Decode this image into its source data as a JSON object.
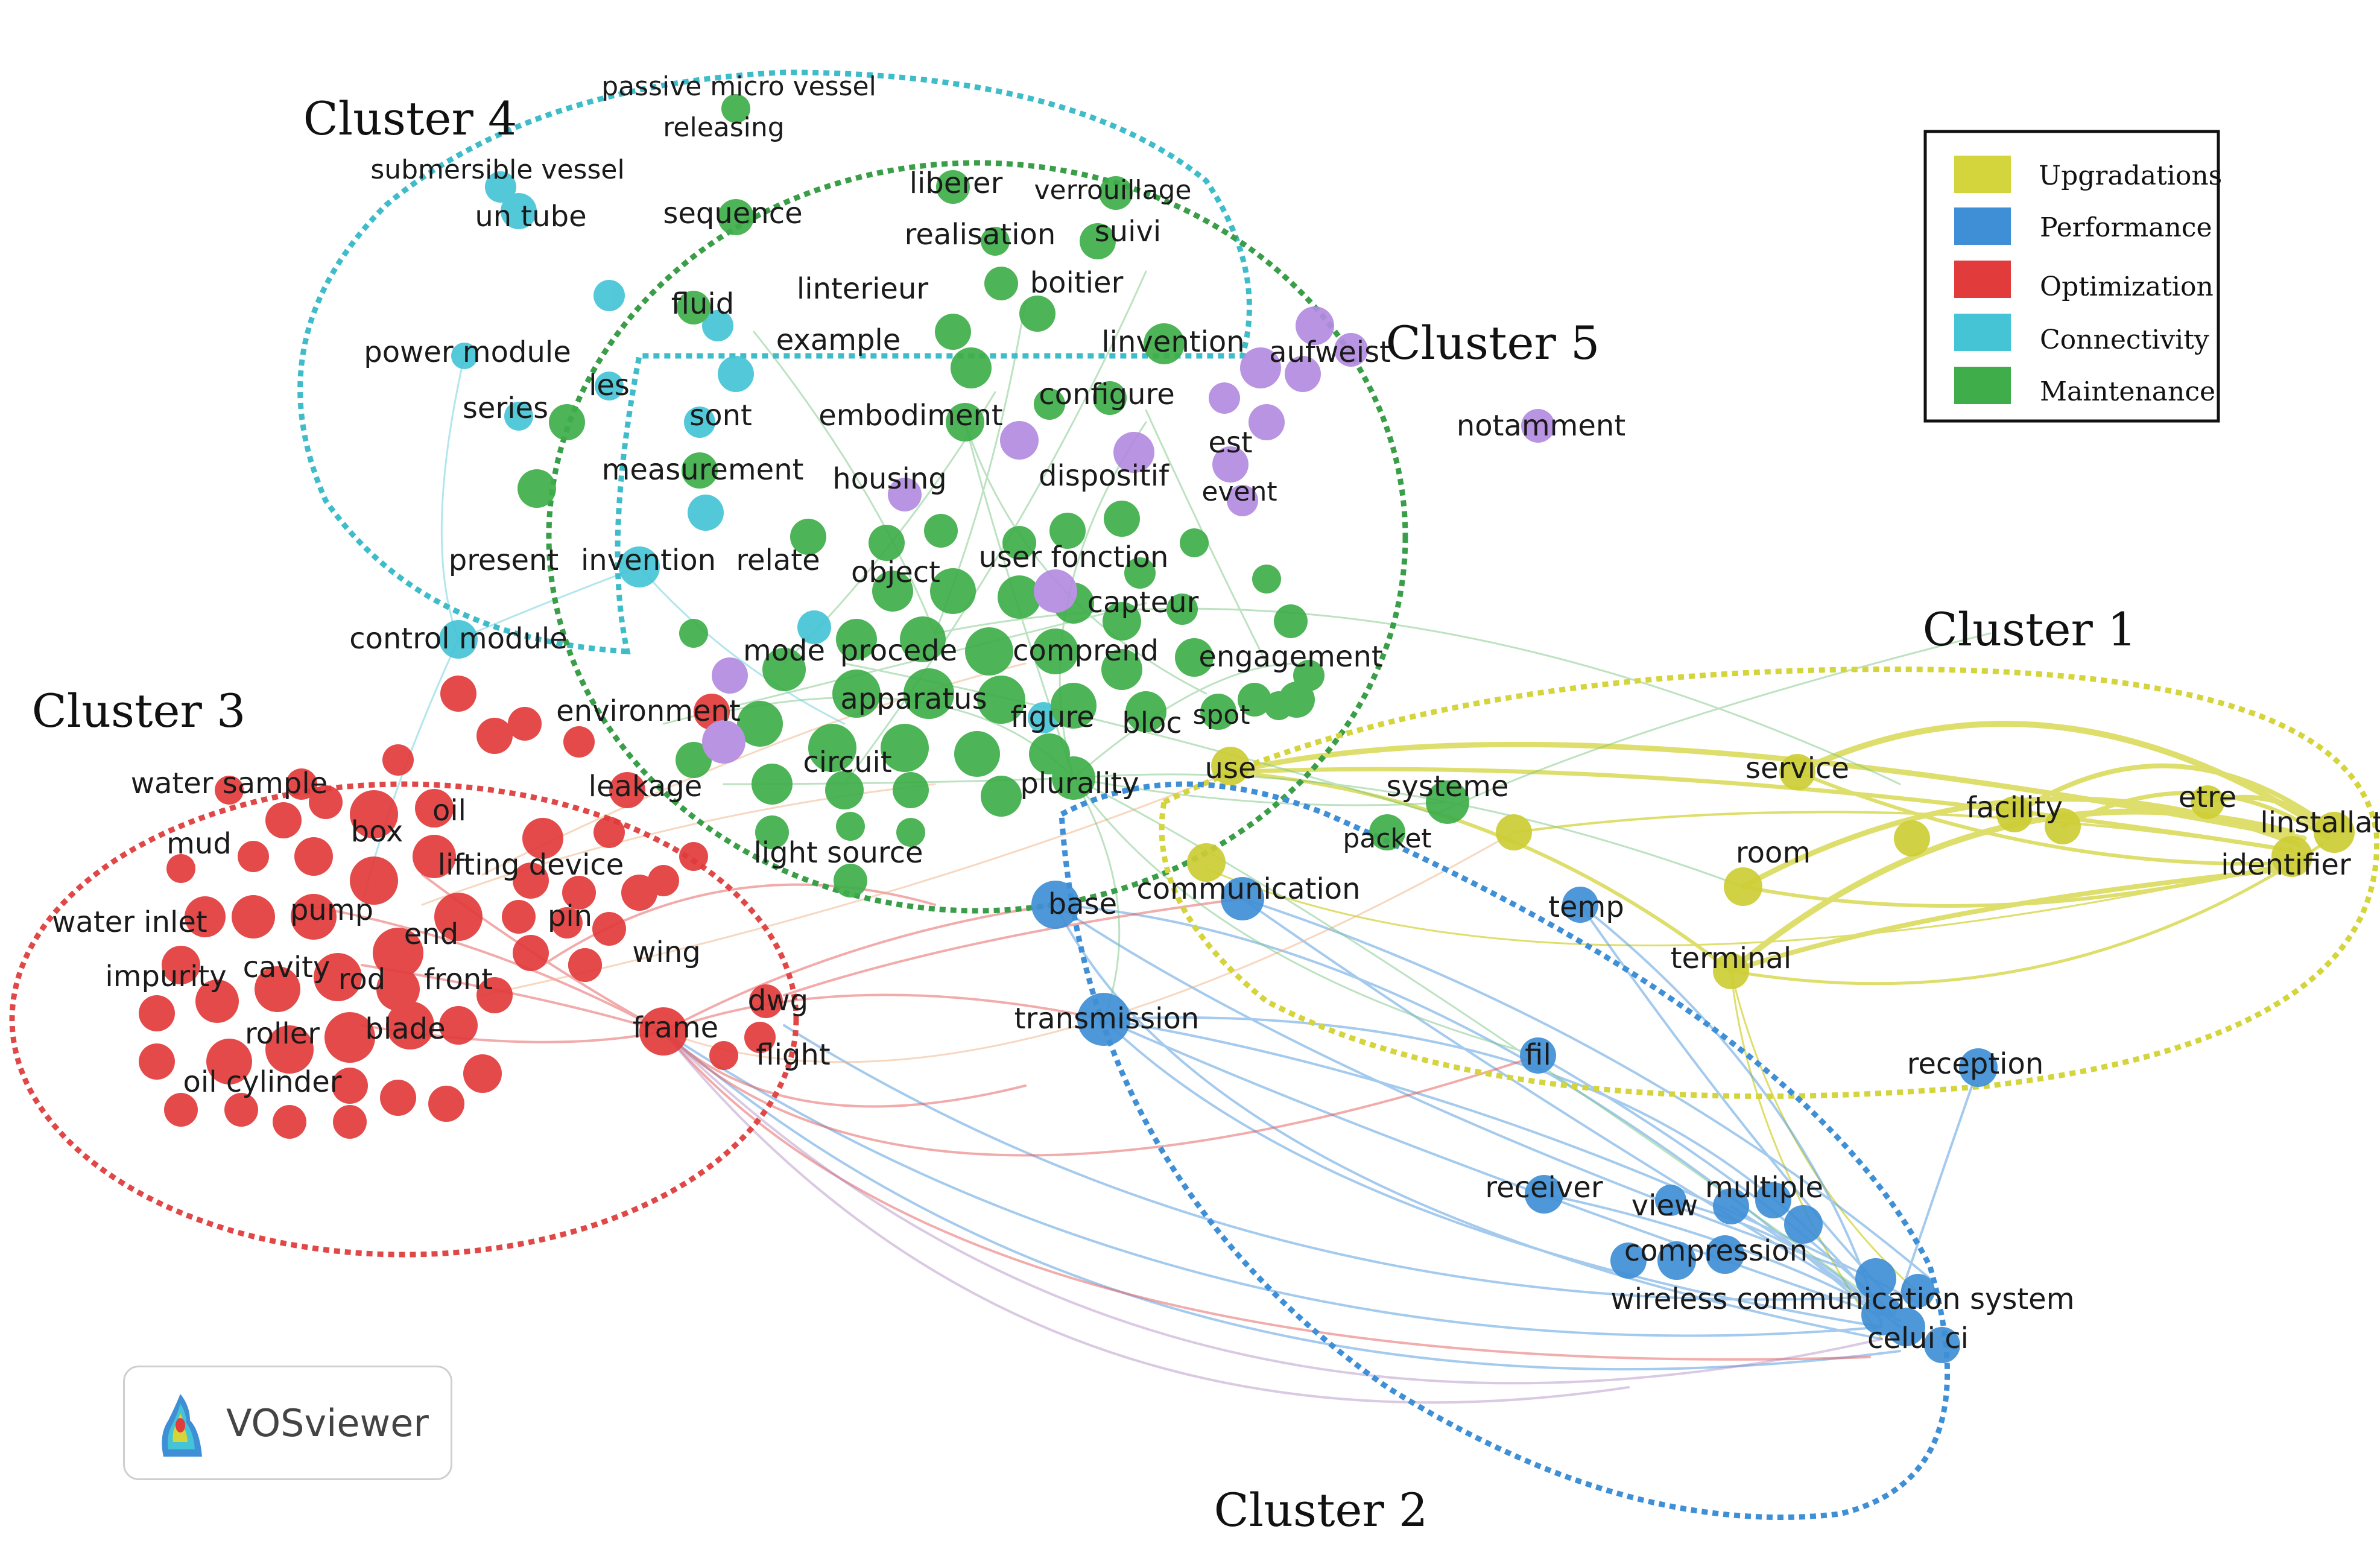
{
  "colors": {
    "upgradations": "#d4d43c",
    "performance": "#3f8fd6",
    "optimization": "#e23b3b",
    "connectivity": "#45c4d6",
    "maintenance": "#3fae4a",
    "other": "#b38be0"
  },
  "legend": {
    "items": [
      {
        "label": "Upgradations",
        "color": "#d4d43c"
      },
      {
        "label": "Performance",
        "color": "#3f8fd6"
      },
      {
        "label": "Optimization",
        "color": "#e23b3b"
      },
      {
        "label": "Connectivity",
        "color": "#45c4d6"
      },
      {
        "label": "Maintenance",
        "color": "#3fae4a"
      }
    ]
  },
  "clusters": {
    "c1": "Cluster 1",
    "c2": "Cluster 2",
    "c3": "Cluster 3",
    "c4": "Cluster 4",
    "c5": "Cluster 5"
  },
  "labels": {
    "yellow": [
      "service",
      "facility",
      "etre",
      "linstallat",
      "room",
      "identifier",
      "terminal",
      "use"
    ],
    "blue": [
      "base",
      "communication",
      "temp",
      "transmission",
      "fil",
      "reception",
      "receiver",
      "view",
      "multiple",
      "compression",
      "wireless communication system",
      "celui ci"
    ],
    "red": [
      "water sample",
      "mud",
      "box",
      "oil",
      "leakage",
      "lifting device",
      "water inlet",
      "pump",
      "end",
      "pin",
      "wing",
      "impurity",
      "cavity",
      "rod",
      "front",
      "frame",
      "dwg",
      "flight",
      "roller",
      "blade",
      "oil cylinder",
      "environment"
    ],
    "cyan": [
      "passive micro vessel",
      "releasing",
      "submersible vessel",
      "un tube",
      "power module",
      "les",
      "series",
      "sont",
      "present",
      "invention",
      "control module"
    ],
    "green": [
      "sequence",
      "liberer",
      "verrouillage",
      "realisation",
      "suivi",
      "linterieur",
      "boitier",
      "fluid",
      "example",
      "linvention",
      "embodiment",
      "configure",
      "measurement",
      "housing",
      "dispositif",
      "relate",
      "object",
      "user fonction",
      "capteur",
      "mode",
      "procede",
      "comprend",
      "engagement",
      "apparatus",
      "figure",
      "bloc",
      "spot",
      "circuit",
      "plurality",
      "systeme",
      "packet",
      "light source"
    ],
    "purple": [
      "aufweist",
      "est",
      "event",
      "notamment"
    ]
  },
  "badge": {
    "name": "VOSviewer"
  }
}
